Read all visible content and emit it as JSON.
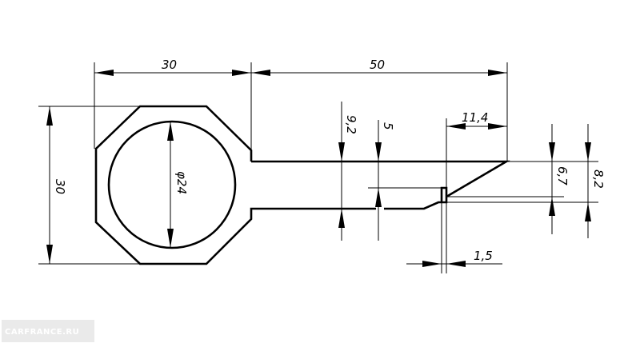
{
  "dimensions": {
    "width_head": "30",
    "length_shank": "50",
    "height_head": "30",
    "diameter_hole": "φ24",
    "shank_height": "9,2",
    "notch_depth": "5",
    "tip_length": "11,4",
    "tip_height_inner": "6,7",
    "tip_height_outer": "8,2",
    "step_width": "1,5"
  },
  "watermark": {
    "text": "CARFRANCE.RU"
  }
}
